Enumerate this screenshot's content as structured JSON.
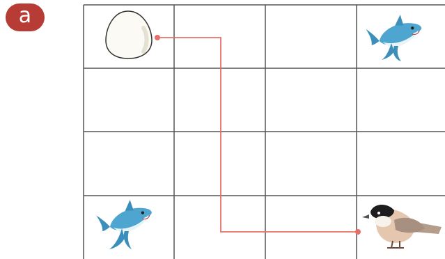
{
  "badge": {
    "label": "a"
  },
  "grid": {
    "rows": 4,
    "cols": 4,
    "pictures": [
      {
        "row": 1,
        "col": 1,
        "picture": "egg"
      },
      {
        "row": 1,
        "col": 4,
        "picture": "shark"
      },
      {
        "row": 4,
        "col": 1,
        "picture": "shark"
      },
      {
        "row": 4,
        "col": 4,
        "picture": "bird"
      }
    ]
  },
  "path": {
    "from": "egg",
    "to": "bird",
    "color": "#e8706a"
  },
  "colors": {
    "grid_line": "#555555",
    "badge": "#b73c35",
    "shark_body": "#4ea5cf",
    "shark_belly": "#e9f4f8",
    "bird_body": "#d8b8a0",
    "bird_wing": "#a89080"
  }
}
